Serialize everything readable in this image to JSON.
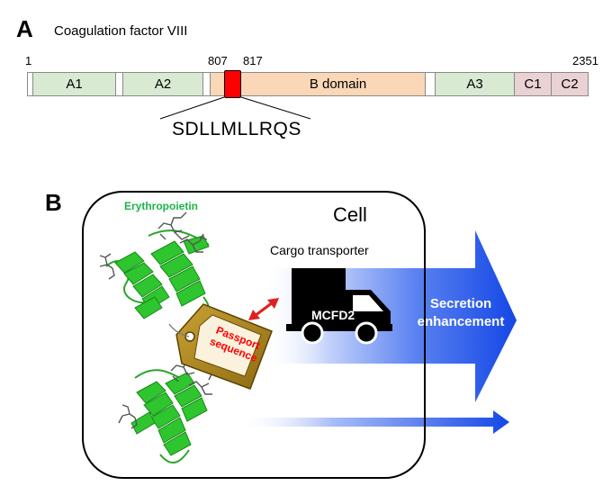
{
  "panel_a": {
    "label": "A",
    "title": "Coagulation factor VIII",
    "positions": {
      "start": "1",
      "p807": "807",
      "p817": "817",
      "end": "2351"
    },
    "domains": {
      "a1": "A1",
      "a2": "A2",
      "b": "B domain",
      "a3": "A3",
      "c1": "C1",
      "c2": "C2"
    },
    "sequence": "SDLLMLLRQS",
    "colors": {
      "a_domain": "#d9ead3",
      "b_domain": "#fad7b6",
      "c_domain": "#ead1d3",
      "passport_segment": "#ff0000"
    }
  },
  "panel_b": {
    "label": "B",
    "protein_label": "Erythropoietin",
    "cell_label": "Cell",
    "cargo_label": "Cargo transporter",
    "truck_label": "MCFD2",
    "tag_line1": "Passport",
    "tag_line2": "sequence",
    "arrow_line1": "Secretion",
    "arrow_line2": "enhancement",
    "icons": [
      "protein-ribbon-icon",
      "glycan-icon",
      "luggage-tag-icon",
      "truck-icon",
      "double-arrow-icon",
      "secretion-arrow-icon"
    ],
    "colors": {
      "protein": "#2ec52e",
      "protein_label": "#1db34a",
      "arrow": "#1447e6",
      "tag": "#b08a1a",
      "tag_text": "#ff0000",
      "double_arrow": "#e02020"
    }
  }
}
